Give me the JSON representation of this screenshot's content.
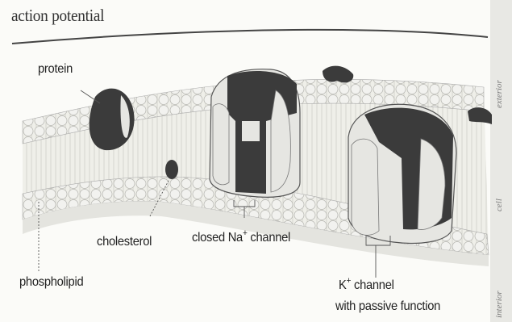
{
  "heading": "action potential",
  "labels": {
    "protein": "protein",
    "cholesterol": "cholesterol",
    "closed_na_prefix": "closed Na",
    "closed_na_sup": "+",
    "closed_na_suffix": " channel",
    "phospholipid": "phospholipid",
    "k_prefix": "K",
    "k_sup": "+",
    "k_suffix": " channel",
    "k_line2": "with passive function"
  },
  "side_labels": {
    "exterior": "exterior",
    "cell": "cell",
    "interior": "interior"
  },
  "colors": {
    "bead_fill": "#f2f2ef",
    "bead_stroke": "#b9b9b4",
    "protein_dark": "#3b3b3b",
    "channel_light": "#e6e6e2",
    "leader": "#555555"
  }
}
